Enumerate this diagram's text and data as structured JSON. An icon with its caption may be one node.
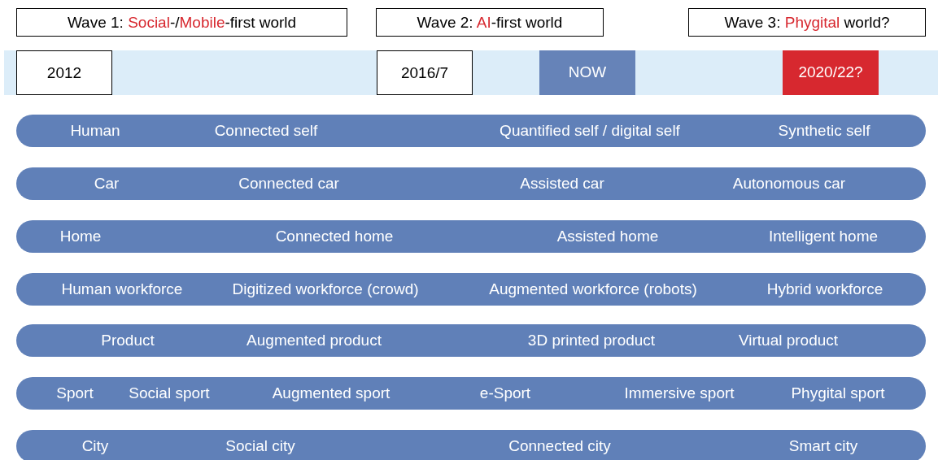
{
  "diagram": {
    "nodes": [
      {
        "text": [
          "Wave 1: **Social**-/**Mobile**-first world"
        ]
      },
      {
        "text": [
          "Wave 2: **AI**-first world"
        ]
      },
      {
        "text": [
          "Wave 3: **Phygital** world?"
        ]
      },
      {
        "text": [],
        "shape": "bar"
      },
      {
        "text": [
          "2012"
        ],
        "in": 3
      },
      {
        "text": [
          "2016/7"
        ],
        "in": 3
      },
      {
        "text": [
          "NOW"
        ],
        "in": 3
      },
      {
        "text": [
          "2020/22?"
        ],
        "in": 3
      },
      {
        "text": [
          "Human",
          "Connected self",
          "Quantified self / digital self",
          "Synthetic self"
        ]
      },
      {
        "text": [
          "Car",
          "Connected car",
          "Assisted car",
          "Autonomous car"
        ]
      },
      {
        "text": [
          "Home",
          "Connected home",
          "Assisted home",
          "Intelligent home"
        ]
      },
      {
        "text": [
          "Human workforce",
          "Digitized workforce (crowd)",
          "Augmented workforce (robots)",
          "Hybrid workforce"
        ]
      },
      {
        "text": [
          "Product",
          "Augmented product",
          "3D printed product",
          "Virtual product"
        ]
      },
      {
        "text": [
          "Sport",
          "Social sport",
          "Augmented sport",
          "e-Sport",
          "Immersive sport",
          "Phygital sport"
        ]
      },
      {
        "text": [
          "City",
          "Social city",
          "Connected city",
          "Smart city"
        ]
      }
    ]
  }
}
